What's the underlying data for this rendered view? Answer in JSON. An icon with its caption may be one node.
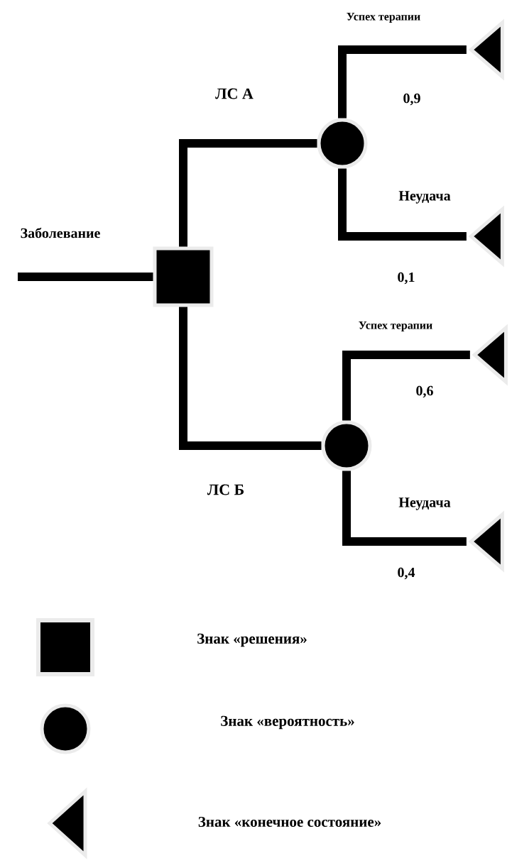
{
  "diagram": {
    "nodes": [
      {
        "text": [],
        "shape": "box"
      },
      {
        "text": [],
        "shape": "circle"
      },
      {
        "text": [],
        "shape": "triangle"
      },
      {
        "text": [],
        "shape": "triangle"
      },
      {
        "text": [],
        "shape": "circle"
      },
      {
        "text": [],
        "shape": "triangle"
      },
      {
        "text": [],
        "shape": "triangle"
      }
    ],
    "edges": [
      {
        "from": null,
        "to": 0,
        "arrow": "none",
        "label": "Заболевание"
      },
      {
        "from": 0,
        "to": 1,
        "arrow": "none",
        "label": "ЛС А"
      },
      {
        "from": 1,
        "to": 2,
        "arrow": "none",
        "label": "Успех терапии"
      },
      {
        "from": 1,
        "to": 3,
        "arrow": "none",
        "label": "Неудача"
      },
      {
        "from": 0,
        "to": 4,
        "arrow": "none",
        "label": "ЛС Б"
      },
      {
        "from": 4,
        "to": 5,
        "arrow": "none",
        "label": "Успех терапии"
      },
      {
        "from": 4,
        "to": 6,
        "arrow": "none",
        "label": "Неудача"
      }
    ],
    "labels": [
      "0,9",
      "0,1",
      "0,6",
      "0,4"
    ],
    "legend": [
      {
        "text": "Знак «решения»"
      },
      {
        "text": "Знак «вероятность»"
      },
      {
        "text": "Знак «конечное состояние»"
      }
    ]
  }
}
